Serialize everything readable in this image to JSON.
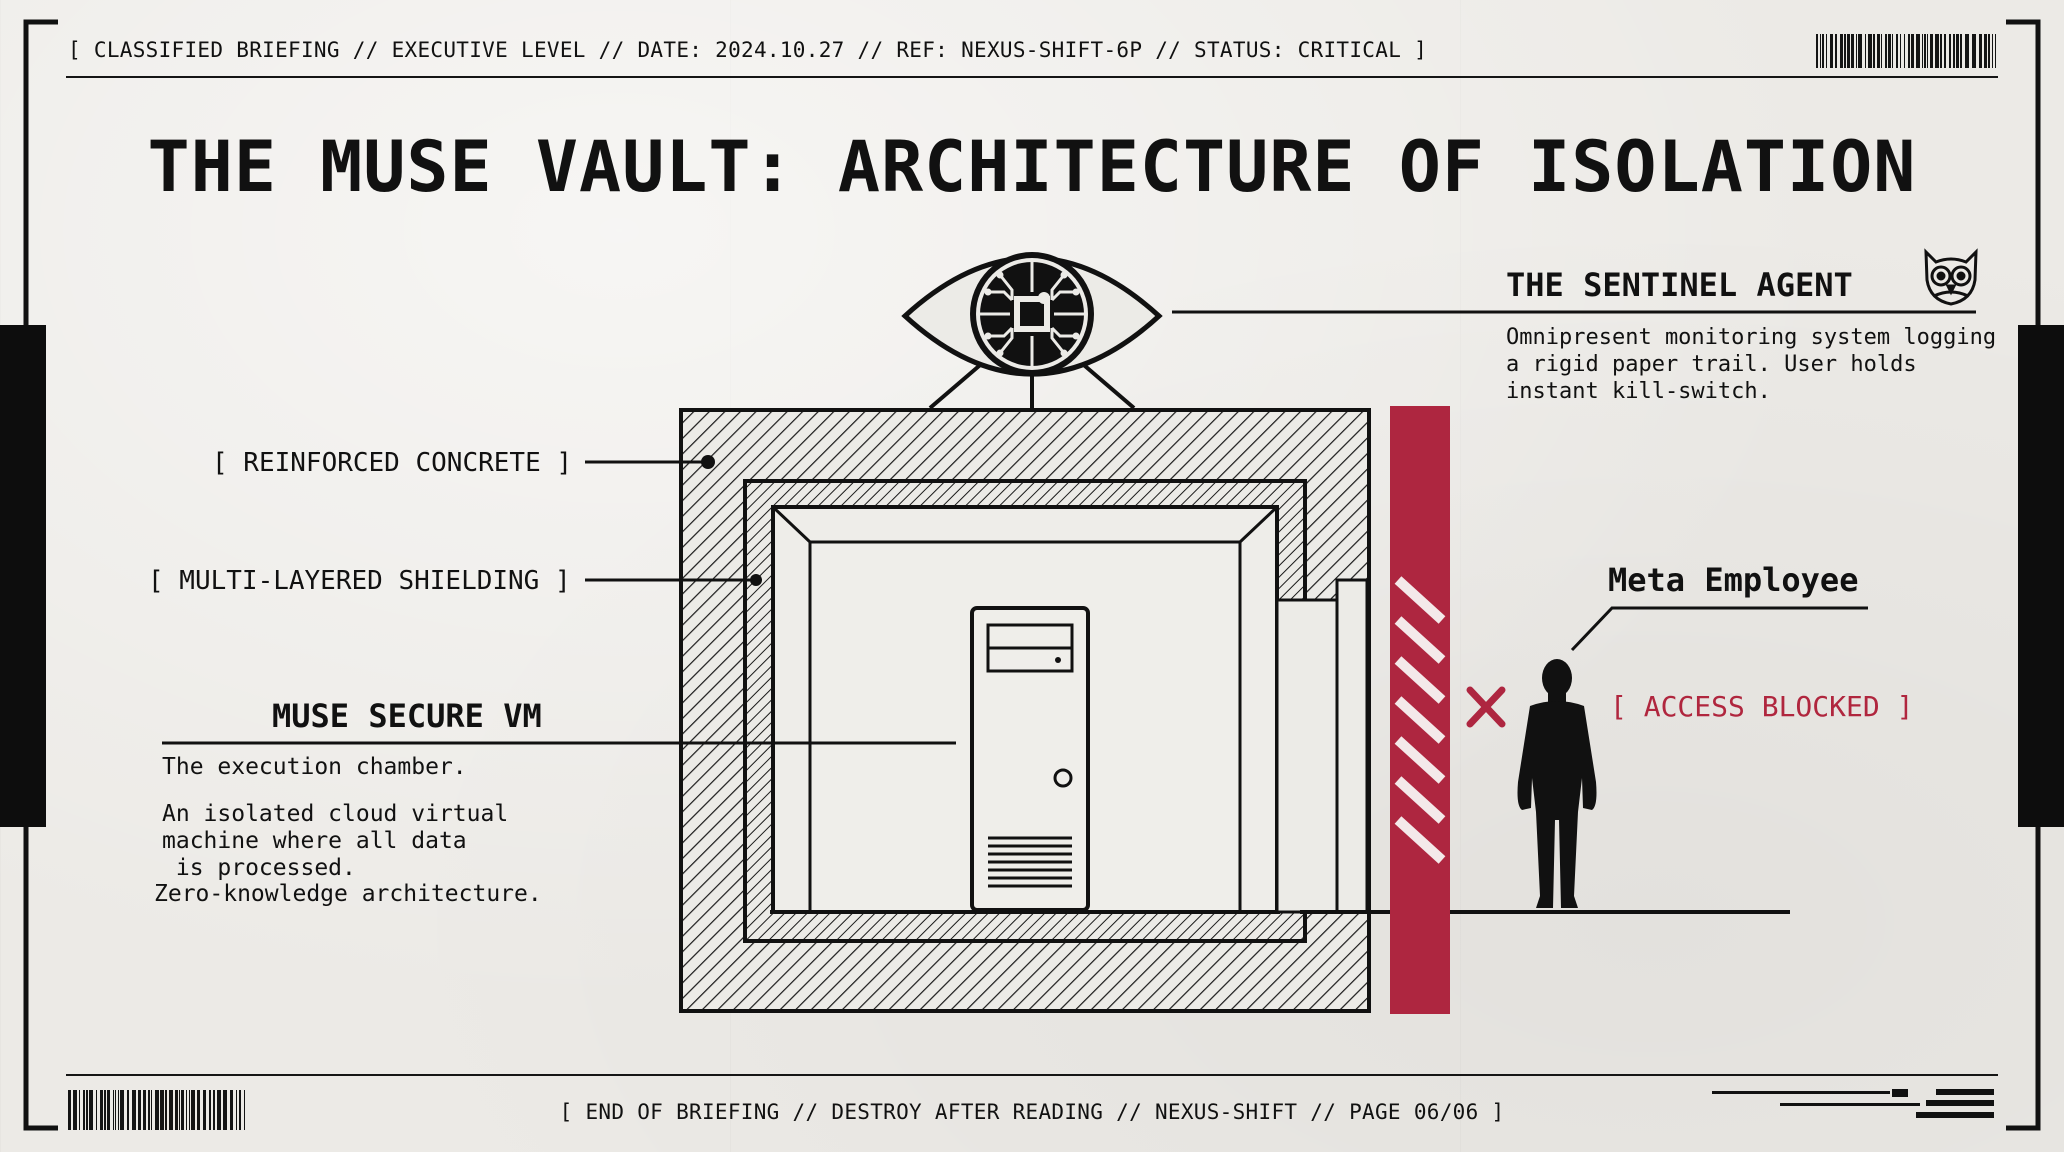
{
  "header": {
    "text": "[ CLASSIFIED BRIEFING // EXECUTIVE LEVEL // DATE: 2024.10.27 // REF: NEXUS-SHIFT-6P // STATUS: CRITICAL ]"
  },
  "title": "THE MUSE VAULT: ARCHITECTURE OF ISOLATION",
  "labels": {
    "concrete": "[ REINFORCED CONCRETE ]",
    "shielding": "[ MULTI-LAYERED SHIELDING ]"
  },
  "vm": {
    "title": "MUSE SECURE VM",
    "lines": [
      "The execution chamber.",
      "An isolated cloud virtual",
      "machine where all data",
      " is processed.",
      "Zero-knowledge architecture."
    ]
  },
  "sentinel": {
    "title": "THE SENTINEL AGENT",
    "description": "Omnipresent monitoring system logging a rigid paper trail. User holds instant kill-switch."
  },
  "employee": {
    "title": "Meta Employee",
    "status": "[ ACCESS BLOCKED ]"
  },
  "footer": {
    "text": "[ END OF BRIEFING // DESTROY AFTER READING // NEXUS-SHIFT // PAGE 06/06 ]"
  },
  "colors": {
    "ink": "#111111",
    "accent_red": "#ae2640",
    "paper": "#eceae6"
  },
  "icons": {
    "sentinel": "owl-icon",
    "monitor": "circuit-eye-icon",
    "server": "server-tower-icon",
    "person": "person-silhouette-icon",
    "blocked": "cross-x-icon"
  }
}
